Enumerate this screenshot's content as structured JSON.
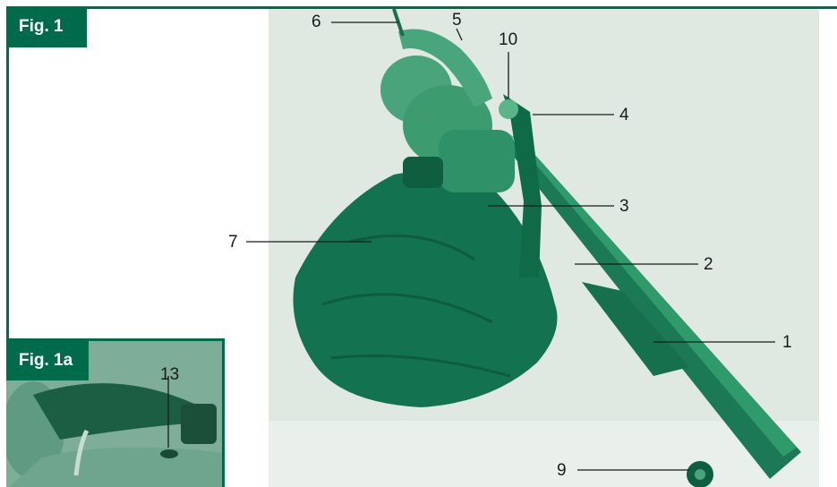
{
  "figure": {
    "label": "Fig. 1"
  },
  "inset": {
    "label": "Fig. 1a",
    "callouts": {
      "c13": "13"
    }
  },
  "callouts": {
    "c1": "1",
    "c2": "2",
    "c3": "3",
    "c4": "4",
    "c5": "5",
    "c6": "6",
    "c7": "7",
    "c9": "9",
    "c10": "10"
  },
  "colors": {
    "accent": "#006b4a",
    "photo_tint": "#1e8a60",
    "background": "#ffffff"
  }
}
